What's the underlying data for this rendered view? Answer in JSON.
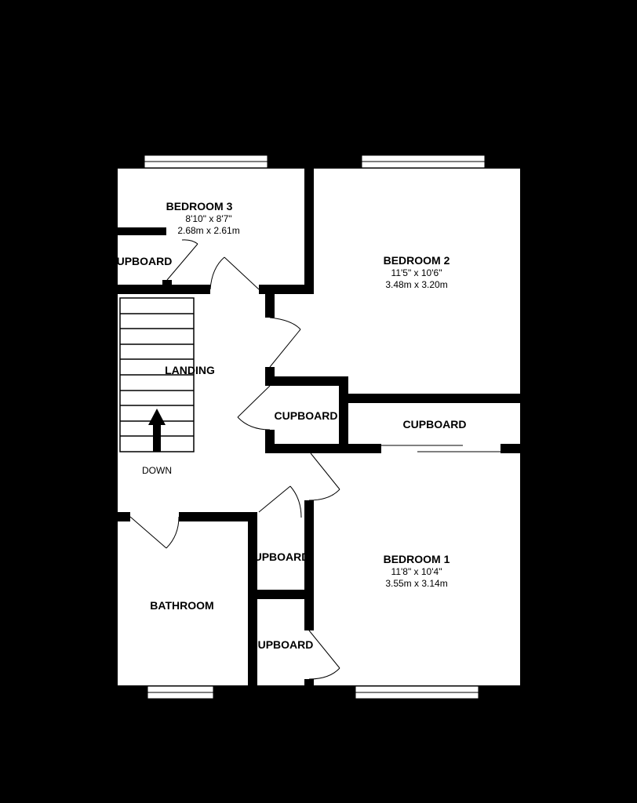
{
  "rooms": {
    "bedroom3": {
      "name": "BEDROOM 3",
      "imperial": "8'10\"  x 8'7\"",
      "metric": "2.68m  x 2.61m"
    },
    "bedroom2": {
      "name": "BEDROOM 2",
      "imperial": "11'5\"  x 10'6\"",
      "metric": "3.48m  x 3.20m"
    },
    "bedroom1": {
      "name": "BEDROOM 1",
      "imperial": "11'8\"  x 10'4\"",
      "metric": "3.55m  x 3.14m"
    },
    "landing": {
      "name": "LANDING"
    },
    "bathroom": {
      "name": "BATHROOM"
    },
    "cupboard_b3": {
      "name": "UPBOARD"
    },
    "cupboard_landing": {
      "name": "CUPBOARD"
    },
    "cupboard_b2": {
      "name": "CUPBOARD"
    },
    "cupboard_upper": {
      "name": "UPBOARD"
    },
    "cupboard_lower": {
      "name": "UPBOARD"
    }
  },
  "stairs": {
    "direction_label": "DOWN"
  }
}
